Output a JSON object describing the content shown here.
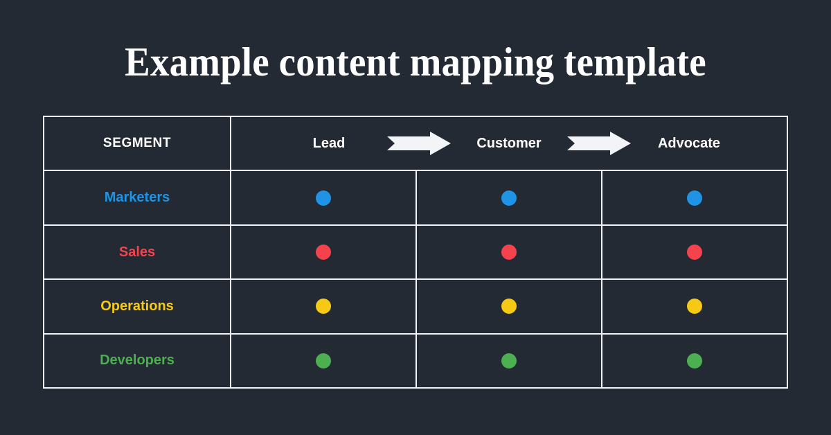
{
  "theme": {
    "background": "#232a34",
    "border": "#f2f4f7",
    "title_color": "#ffffff",
    "header_text_color": "#ffffff",
    "arrow_color": "#f2f4f7"
  },
  "title": "Example content mapping template",
  "table": {
    "header": {
      "segment_label": "SEGMENT",
      "stages": [
        "Lead",
        "Customer",
        "Advocate"
      ],
      "arrows": [
        "arrow-right-icon",
        "arrow-right-icon"
      ]
    },
    "rows": [
      {
        "segment": "Marketers",
        "color": "#1f94e6",
        "cells": [
          {
            "marker": "dot",
            "color": "#1f94e6"
          },
          {
            "marker": "dot",
            "color": "#1f94e6"
          },
          {
            "marker": "dot",
            "color": "#1f94e6"
          }
        ]
      },
      {
        "segment": "Sales",
        "color": "#f4434d",
        "cells": [
          {
            "marker": "dot",
            "color": "#f4434d"
          },
          {
            "marker": "dot",
            "color": "#f4434d"
          },
          {
            "marker": "dot",
            "color": "#f4434d"
          }
        ]
      },
      {
        "segment": "Operations",
        "color": "#f6c915",
        "cells": [
          {
            "marker": "dot",
            "color": "#f6c915"
          },
          {
            "marker": "dot",
            "color": "#f6c915"
          },
          {
            "marker": "dot",
            "color": "#f6c915"
          }
        ]
      },
      {
        "segment": "Developers",
        "color": "#4caf50",
        "cells": [
          {
            "marker": "dot",
            "color": "#4caf50"
          },
          {
            "marker": "dot",
            "color": "#4caf50"
          },
          {
            "marker": "dot",
            "color": "#4caf50"
          }
        ]
      }
    ]
  }
}
